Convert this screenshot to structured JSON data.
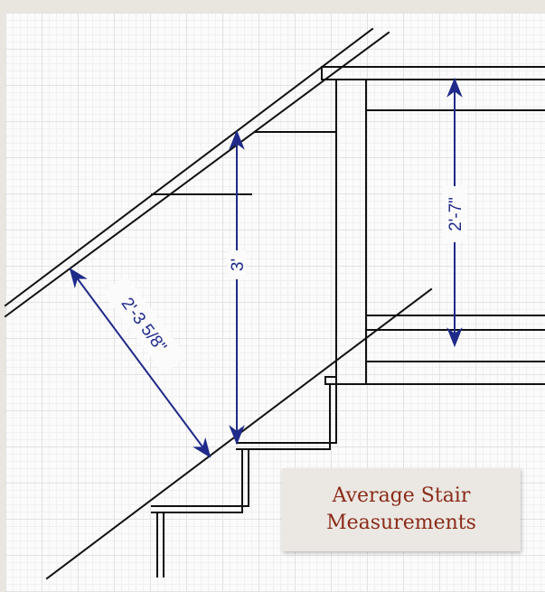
{
  "dimensions": {
    "rafter_clearance": "2'-3 5/8\"",
    "headroom": "3'",
    "opening_height": "2'-7\""
  },
  "caption": {
    "line1": "Average Stair",
    "line2": "Measurements"
  },
  "colors": {
    "dimension": "#1f2a8a",
    "caption_text": "#8b2a18",
    "caption_bg": "#ebe8e3"
  }
}
